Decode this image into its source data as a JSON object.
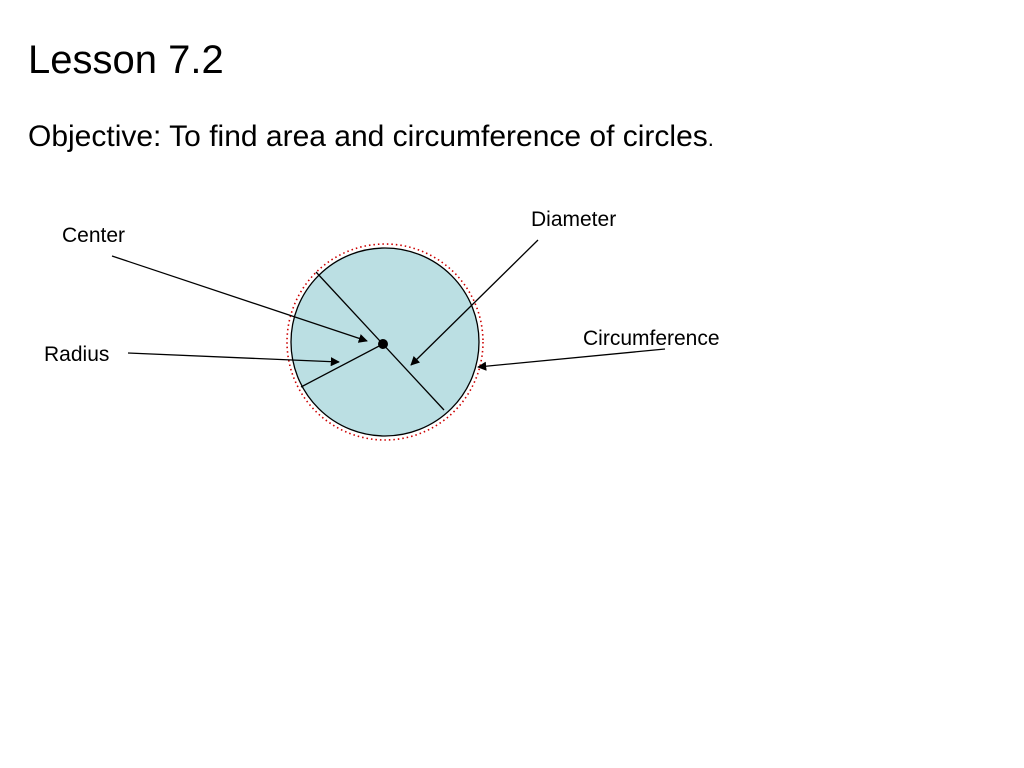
{
  "slide": {
    "title": "Lesson 7.2",
    "objective_label": "Objective:",
    "objective_text": " To find area and circumference of circles",
    "objective_end": "."
  },
  "diagram": {
    "labels": {
      "center": "Center",
      "diameter": "Diameter",
      "radius": "Radius",
      "circumference": "Circumference"
    },
    "colors": {
      "circle_fill": "#bbdfe3",
      "circle_stroke": "#000000",
      "circumference_dots": "#cc0000",
      "lines": "#000000"
    }
  }
}
